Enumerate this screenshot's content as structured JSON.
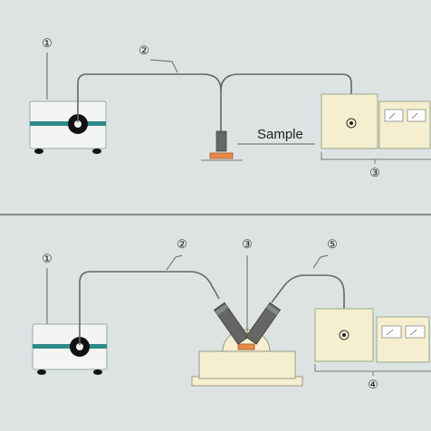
{
  "top": {
    "callouts": {
      "light_source": "①",
      "fiber": "②",
      "detector": "③"
    },
    "sample_label": "Sample"
  },
  "bottom": {
    "callouts": {
      "light_source": "①",
      "fiber_in": "②",
      "holder": "③",
      "detector": "④",
      "fiber_out": "⑤"
    }
  },
  "colors": {
    "background": "#dde3e3",
    "device_body": "#f4f4f2",
    "stripe": "#2e8a8a",
    "panel": "#f5efcf",
    "sample": "#e8894a",
    "fiber": "#666666"
  }
}
